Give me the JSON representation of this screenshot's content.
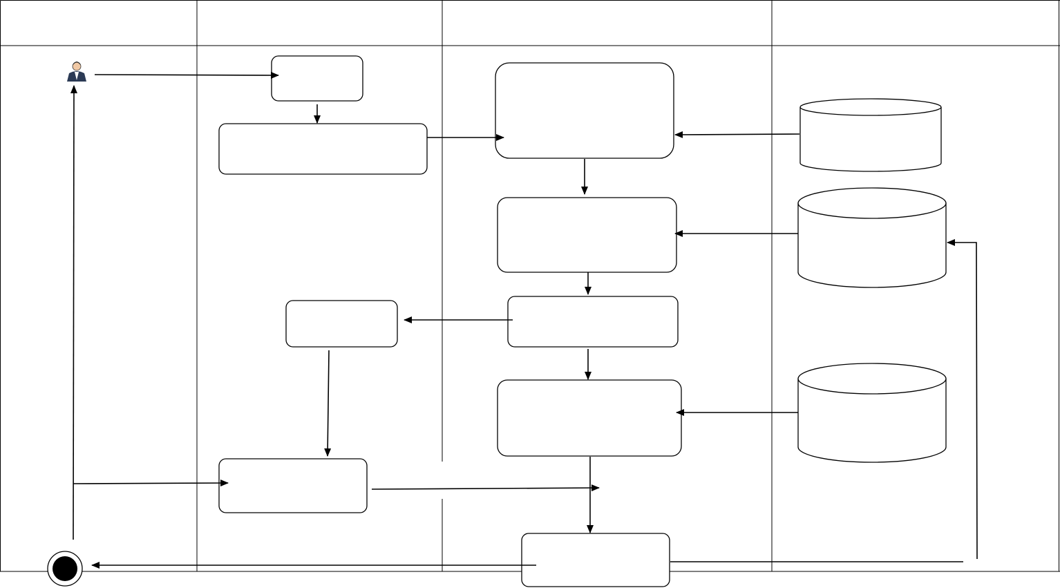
{
  "diagram": {
    "type": "swimlane-activity",
    "lanes": [
      {
        "id": "lane-1",
        "label": ""
      },
      {
        "id": "lane-2",
        "label": ""
      },
      {
        "id": "lane-3",
        "label": ""
      },
      {
        "id": "lane-4",
        "label": ""
      }
    ],
    "nodes": [
      {
        "id": "actor",
        "kind": "actor",
        "icon": "user-icon",
        "label": ""
      },
      {
        "id": "box-a",
        "kind": "process",
        "label": ""
      },
      {
        "id": "box-b",
        "kind": "process",
        "label": ""
      },
      {
        "id": "box-c",
        "kind": "process",
        "label": ""
      },
      {
        "id": "box-d",
        "kind": "process",
        "label": ""
      },
      {
        "id": "box-e",
        "kind": "process",
        "label": ""
      },
      {
        "id": "box-f",
        "kind": "process",
        "label": ""
      },
      {
        "id": "box-g",
        "kind": "process",
        "label": ""
      },
      {
        "id": "box-h",
        "kind": "process",
        "label": ""
      },
      {
        "id": "box-i",
        "kind": "process",
        "label": ""
      },
      {
        "id": "box-j",
        "kind": "process",
        "label": ""
      },
      {
        "id": "db-1",
        "kind": "datastore",
        "label": ""
      },
      {
        "id": "db-2",
        "kind": "datastore",
        "label": ""
      },
      {
        "id": "db-3",
        "kind": "datastore",
        "label": ""
      },
      {
        "id": "end",
        "kind": "final-node",
        "label": ""
      }
    ],
    "edges": [
      {
        "from": "actor",
        "to": "box-a"
      },
      {
        "from": "box-a",
        "to": "box-b"
      },
      {
        "from": "box-b",
        "to": "box-c"
      },
      {
        "from": "db-1",
        "to": "box-c"
      },
      {
        "from": "box-c",
        "to": "box-d"
      },
      {
        "from": "db-2",
        "to": "box-d"
      },
      {
        "from": "box-d",
        "to": "box-e"
      },
      {
        "from": "box-e",
        "to": "box-f"
      },
      {
        "from": "box-f",
        "to": "box-g"
      },
      {
        "from": "box-e",
        "to": "box-h"
      },
      {
        "from": "db-3",
        "to": "box-h"
      },
      {
        "from": "box-h",
        "to": "box-j"
      },
      {
        "from": "box-g",
        "to": "box-h"
      },
      {
        "from": "box-j",
        "to": "end"
      },
      {
        "from": "box-j",
        "to": "db-2"
      },
      {
        "from": "end",
        "to": "actor"
      },
      {
        "from": "actor",
        "to": "box-g"
      }
    ]
  }
}
